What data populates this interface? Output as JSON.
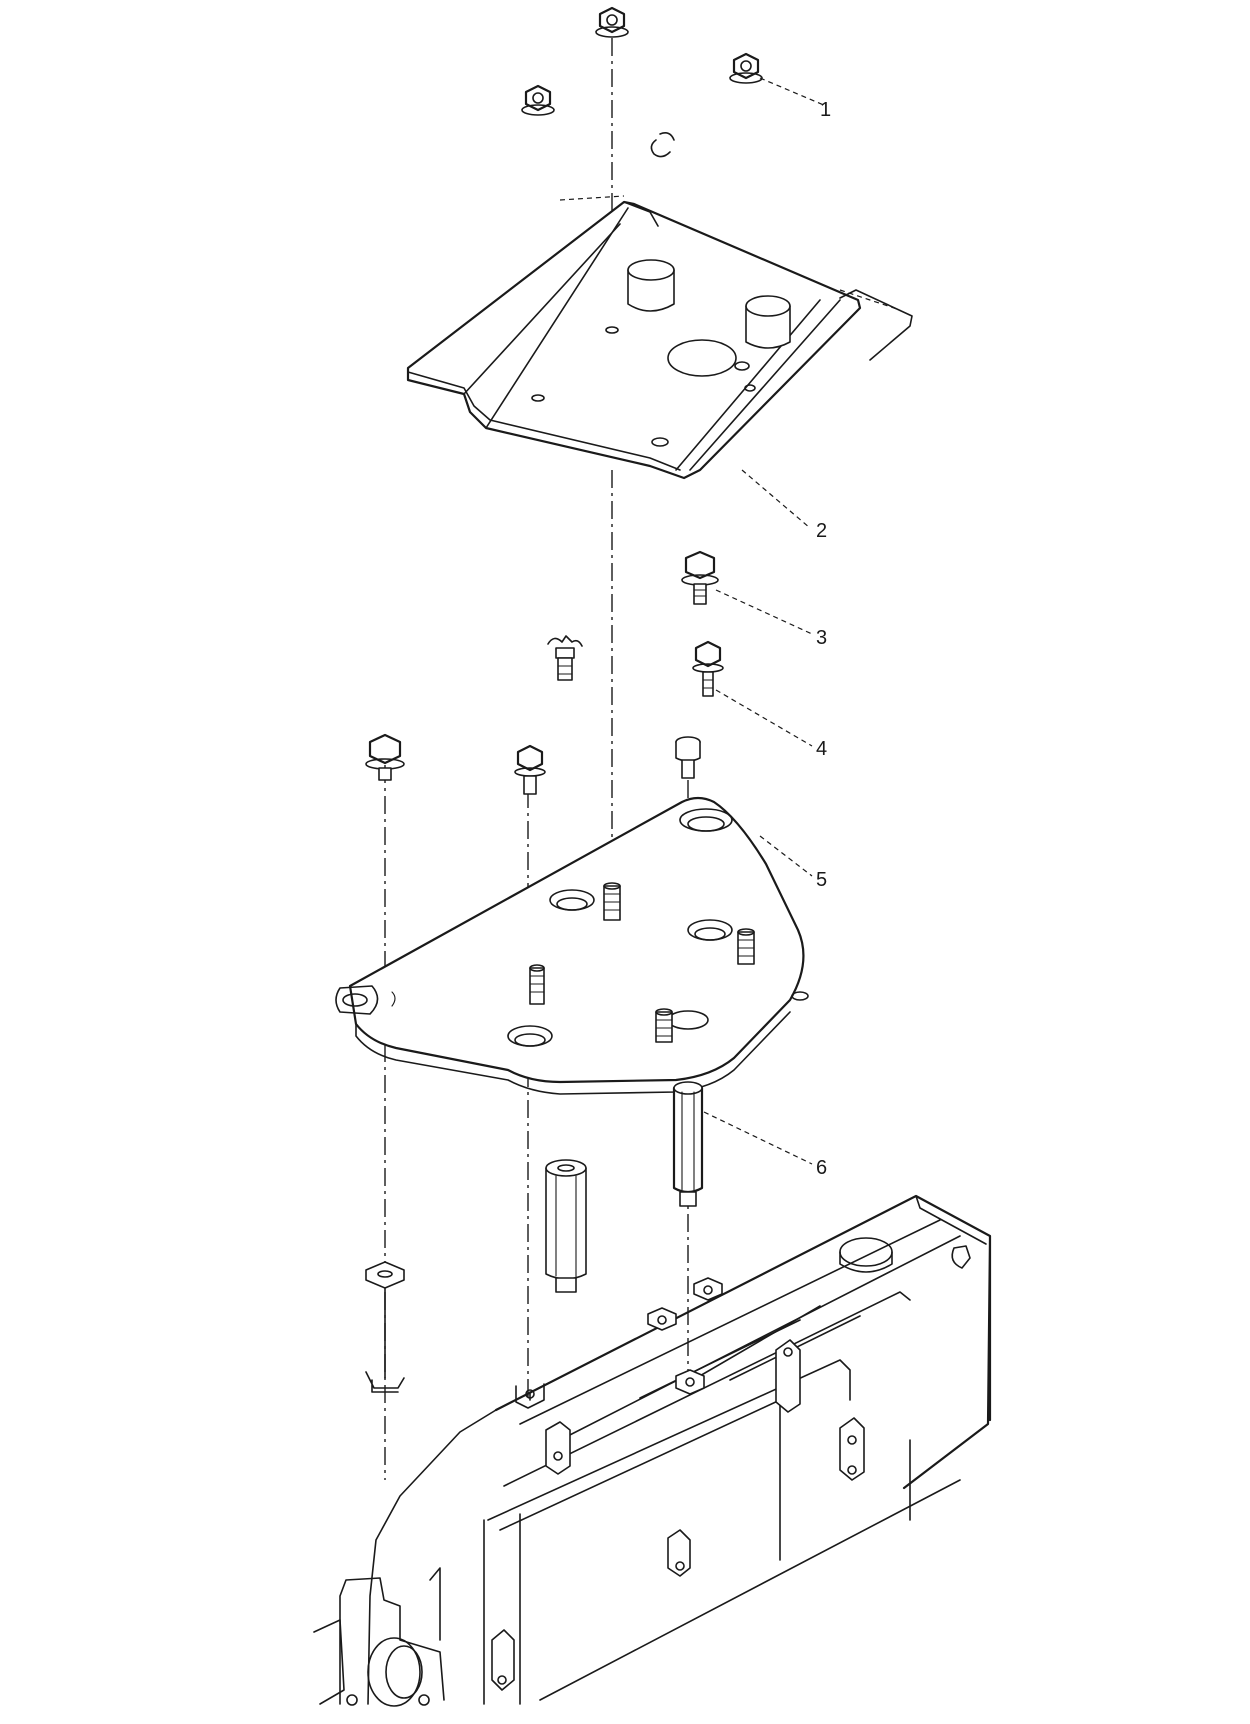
{
  "diagram": {
    "kind": "exploded parts drawing",
    "callouts": [
      "1",
      "2",
      "3",
      "4",
      "5",
      "6"
    ]
  }
}
